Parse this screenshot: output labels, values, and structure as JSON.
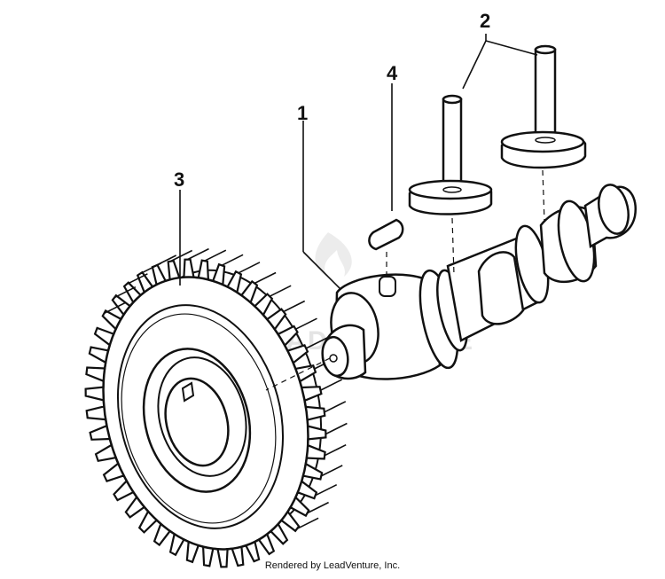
{
  "callouts": {
    "c1": "1",
    "c2": "2",
    "c3": "3",
    "c4": "4"
  },
  "watermark": "LEADVENTURE",
  "footer": "Rendered by LeadVenture, Inc."
}
